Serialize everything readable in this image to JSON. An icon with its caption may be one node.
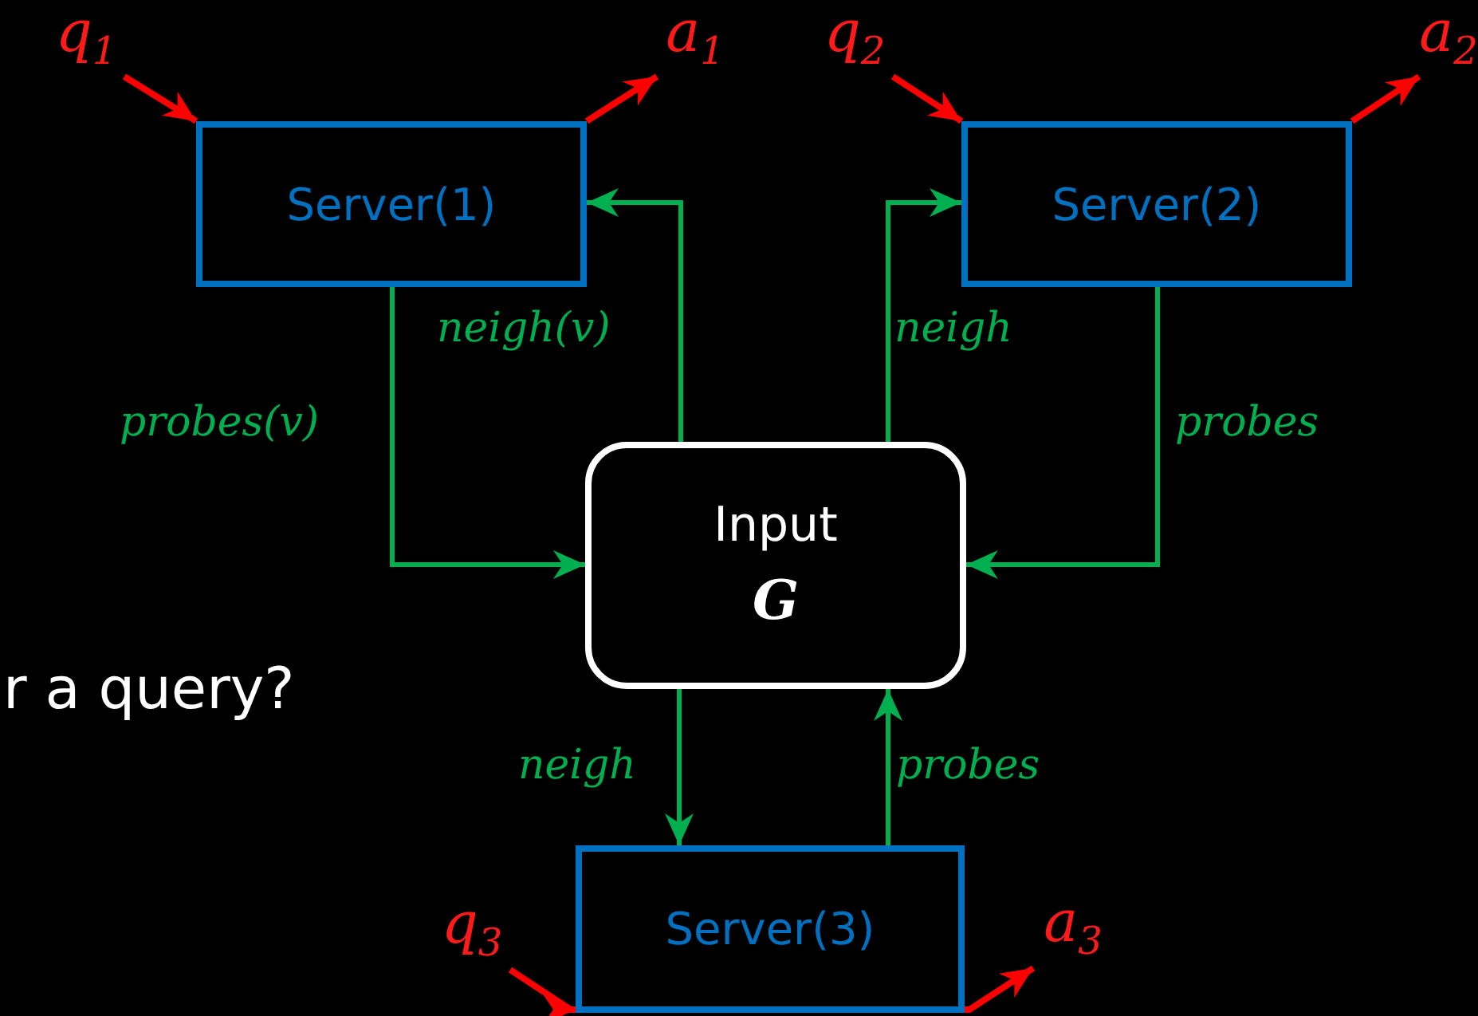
{
  "diagram": {
    "nodes": [
      {
        "text": [
          "Server(1)"
        ]
      },
      {
        "text": [
          "Server(2)"
        ]
      },
      {
        "text": [
          "Input",
          "G"
        ]
      },
      {
        "text": [
          "Server(3)"
        ]
      },
      {
        "text": [
          "q$_{1}$"
        ]
      },
      {
        "text": [
          "a$_{1}$"
        ]
      },
      {
        "text": [
          "q$_{2}$"
        ]
      },
      {
        "text": [
          "a$_{2}$"
        ]
      },
      {
        "text": [
          "q$_{3}$"
        ]
      },
      {
        "text": [
          "a$_{3}$"
        ]
      }
    ],
    "edges": [
      {
        "from": 0,
        "to": 2,
        "arrow": "to",
        "label": "probes(v)",
        "color": "#00b050"
      },
      {
        "from": 2,
        "to": 0,
        "arrow": "to",
        "label": "neigh(v)",
        "color": "#00b050"
      },
      {
        "from": 2,
        "to": 1,
        "arrow": "to",
        "label": "neigh",
        "color": "#00b050"
      },
      {
        "from": 1,
        "to": 2,
        "arrow": "to",
        "label": "probes",
        "color": "#00b050"
      },
      {
        "from": 2,
        "to": 3,
        "arrow": "to",
        "label": "neigh",
        "color": "#00b050"
      },
      {
        "from": 3,
        "to": 2,
        "arrow": "to",
        "label": "probes",
        "color": "#00b050"
      },
      {
        "from": 4,
        "to": 0,
        "arrow": "to",
        "color": "#ff0000"
      },
      {
        "from": 0,
        "to": 5,
        "arrow": "to",
        "color": "#ff0000"
      },
      {
        "from": 6,
        "to": 1,
        "arrow": "to",
        "color": "#ff0000"
      },
      {
        "from": 1,
        "to": 7,
        "arrow": "to",
        "color": "#ff0000"
      },
      {
        "from": 8,
        "to": 3,
        "arrow": "to",
        "color": "#ff0000"
      },
      {
        "from": 3,
        "to": 9,
        "arrow": "to",
        "color": "#ff0000"
      }
    ],
    "labels": [
      "r a query?"
    ]
  }
}
